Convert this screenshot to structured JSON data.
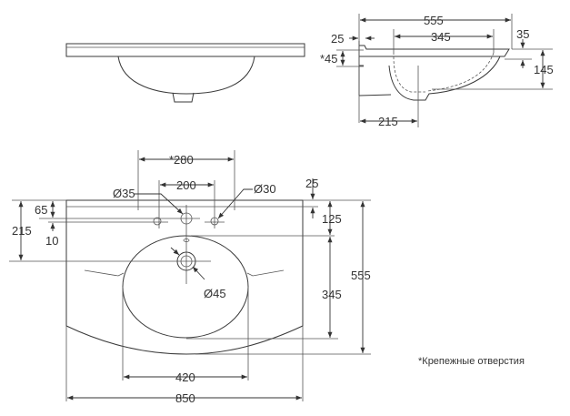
{
  "front_view": {},
  "side_view": {
    "overall_depth": "555",
    "rim_offset": "25",
    "bowl_depth": "345",
    "rim_height": "35",
    "mount_height": "*45",
    "total_height": "145",
    "drain_offset": "215"
  },
  "plan_view": {
    "mount_holes_spacing": "*280",
    "tap_holes_spacing": "200",
    "tap_hole_diameter": "Ø35",
    "side_hole_diameter": "Ø30",
    "drain_diameter": "Ø45",
    "back_edge": "25",
    "hole_row_from_back": "65",
    "hole_offset": "10",
    "drain_from_back": "215",
    "bowl_from_back": "125",
    "bowl_length": "345",
    "overall_depth": "555",
    "bowl_width": "420",
    "overall_width": "850"
  },
  "note": "*Крепежные отверстия"
}
